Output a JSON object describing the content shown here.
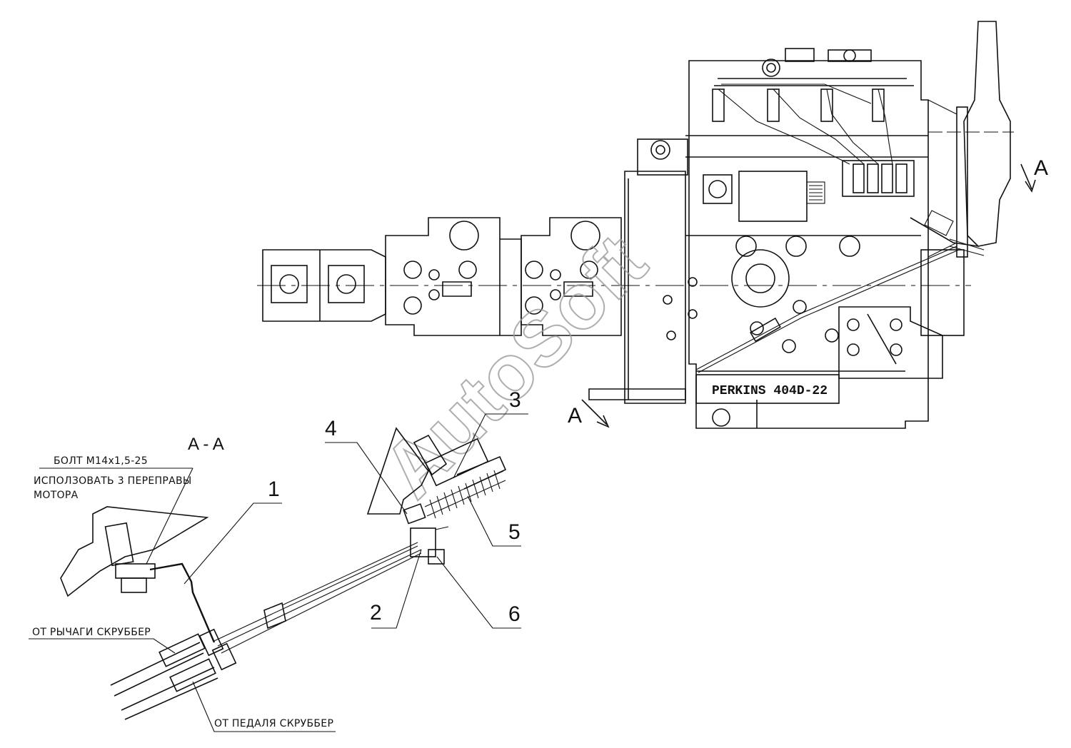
{
  "watermark": "AutoSoft",
  "engine_label": "PERKINS 404D-22",
  "section_marker": "A",
  "section_title": "A - A",
  "notes": {
    "bolt": "БОЛТ М14х1,5-25",
    "use_line1": "ИСПОЛЗОВАТЬ 3 ПЕРЕПРАВЫ",
    "use_line2": "МОТОРА",
    "from_lever": "ОТ РЫЧАГИ СКРУББЕР",
    "from_pedal": "ОТ ПЕДАЛЯ СКРУББЕР"
  },
  "callouts": [
    "1",
    "2",
    "3",
    "4",
    "5",
    "6"
  ]
}
